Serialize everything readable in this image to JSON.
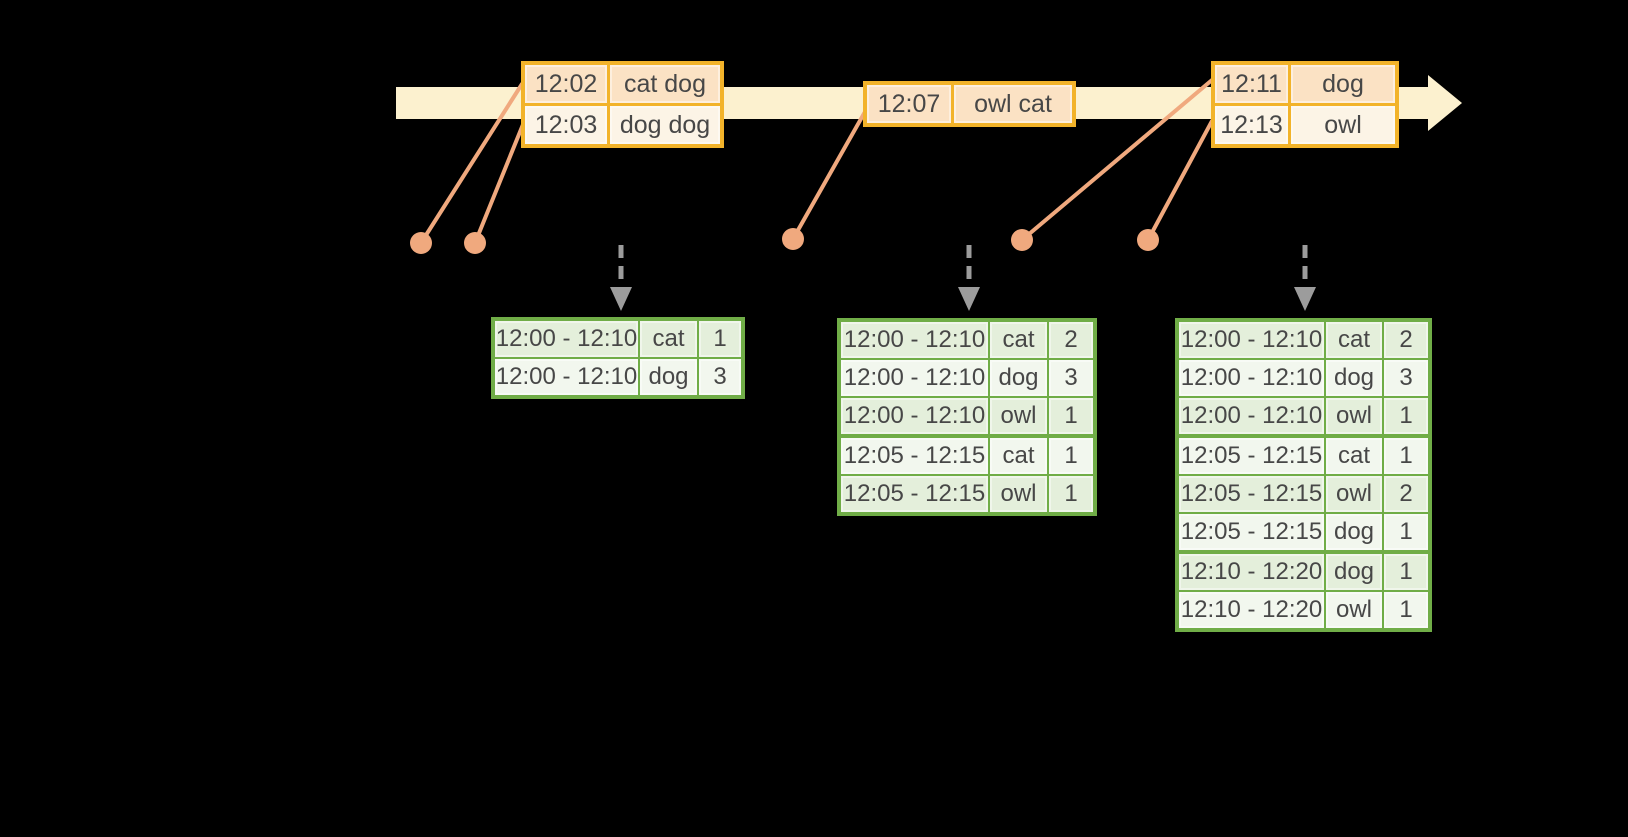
{
  "diagram": {
    "kind": "streaming-windowed-word-count-timeline"
  },
  "colors": {
    "background": "#000000",
    "timeline_band": "#FCF1CF",
    "event_table_border": "#F2B32A",
    "event_row_peach": "#FBE2C4",
    "event_row_cream": "#FCF4E6",
    "result_table_border": "#70AD47",
    "result_row_green": "#E4EFDB",
    "result_row_white": "#F2F7EE",
    "connector_salmon": "#F0A97E",
    "trigger_arrow_gray": "#9C9C9C",
    "text": "#474747"
  },
  "event_batches": [
    {
      "rows": [
        {
          "time": "12:02",
          "words": "cat dog"
        },
        {
          "time": "12:03",
          "words": "dog dog"
        }
      ]
    },
    {
      "rows": [
        {
          "time": "12:07",
          "words": "owl cat"
        }
      ]
    },
    {
      "rows": [
        {
          "time": "12:11",
          "words": "dog"
        },
        {
          "time": "12:13",
          "words": "owl"
        }
      ]
    }
  ],
  "result_tables": [
    {
      "rows": [
        {
          "window": "12:00 - 12:10",
          "word": "cat",
          "count": "1"
        },
        {
          "window": "12:00 - 12:10",
          "word": "dog",
          "count": "3"
        }
      ]
    },
    {
      "rows": [
        {
          "window": "12:00 - 12:10",
          "word": "cat",
          "count": "2"
        },
        {
          "window": "12:00 - 12:10",
          "word": "dog",
          "count": "3"
        },
        {
          "window": "12:00 - 12:10",
          "word": "owl",
          "count": "1"
        },
        {
          "window": "12:05 - 12:15",
          "word": "cat",
          "count": "1"
        },
        {
          "window": "12:05 - 12:15",
          "word": "owl",
          "count": "1"
        }
      ]
    },
    {
      "rows": [
        {
          "window": "12:00 - 12:10",
          "word": "cat",
          "count": "2"
        },
        {
          "window": "12:00 - 12:10",
          "word": "dog",
          "count": "3"
        },
        {
          "window": "12:00 - 12:10",
          "word": "owl",
          "count": "1"
        },
        {
          "window": "12:05 - 12:15",
          "word": "cat",
          "count": "1"
        },
        {
          "window": "12:05 - 12:15",
          "word": "owl",
          "count": "2"
        },
        {
          "window": "12:05 - 12:15",
          "word": "dog",
          "count": "1"
        },
        {
          "window": "12:10 - 12:20",
          "word": "dog",
          "count": "1"
        },
        {
          "window": "12:10 - 12:20",
          "word": "owl",
          "count": "1"
        }
      ]
    }
  ]
}
